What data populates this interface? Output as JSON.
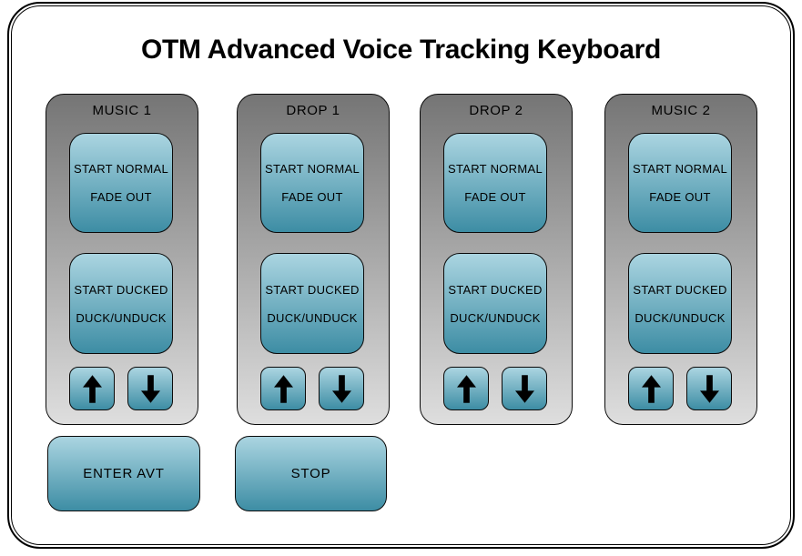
{
  "title": "OTM Advanced Voice Tracking Keyboard",
  "colors": {
    "panel_top": "#757575",
    "panel_bottom": "#dedede",
    "button_top": "#abd5e1",
    "button_bottom": "#3d8da4",
    "border": "#000000",
    "text": "#000000",
    "background": "#ffffff"
  },
  "panels": [
    {
      "title": "MUSIC 1",
      "primary_button": {
        "line1": "START NORMAL",
        "line2": "FADE OUT"
      },
      "secondary_button": {
        "line1": "START DUCKED",
        "line2": "DUCK/UNDUCK"
      },
      "up_icon": "arrow-up",
      "down_icon": "arrow-down"
    },
    {
      "title": "DROP 1",
      "primary_button": {
        "line1": "START NORMAL",
        "line2": "FADE OUT"
      },
      "secondary_button": {
        "line1": "START DUCKED",
        "line2": "DUCK/UNDUCK"
      },
      "up_icon": "arrow-up",
      "down_icon": "arrow-down"
    },
    {
      "title": "DROP 2",
      "primary_button": {
        "line1": "START NORMAL",
        "line2": "FADE OUT"
      },
      "secondary_button": {
        "line1": "START DUCKED",
        "line2": "DUCK/UNDUCK"
      },
      "up_icon": "arrow-up",
      "down_icon": "arrow-down"
    },
    {
      "title": "MUSIC 2",
      "primary_button": {
        "line1": "START NORMAL",
        "line2": "FADE OUT"
      },
      "secondary_button": {
        "line1": "START DUCKED",
        "line2": "DUCK/UNDUCK"
      },
      "up_icon": "arrow-up",
      "down_icon": "arrow-down"
    }
  ],
  "footer_buttons": {
    "enter_avt": "ENTER AVT",
    "stop": "STOP"
  }
}
